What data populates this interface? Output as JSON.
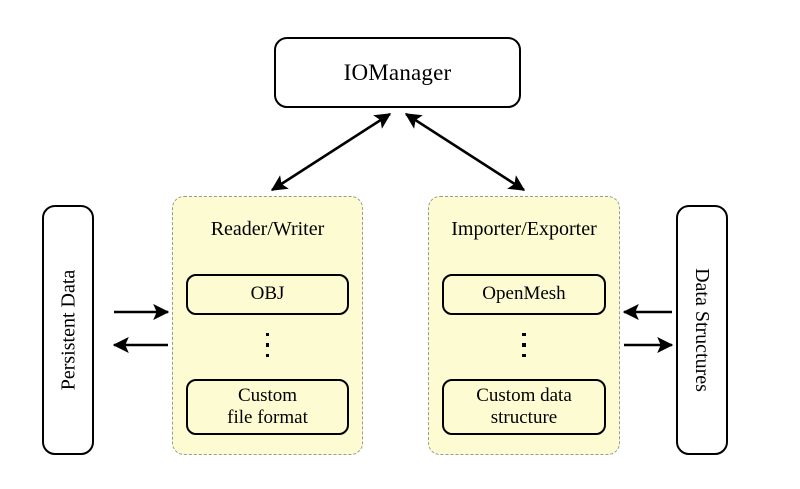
{
  "diagram": {
    "title_node": {
      "label": "IOManager"
    },
    "panels": [
      {
        "title": "Reader/Writer",
        "top_box": "OBJ",
        "ellipsis": "vertical-ellipsis",
        "bottom_box_line1": "Custom",
        "bottom_box_line2": "file format"
      },
      {
        "title": "Importer/Exporter",
        "top_box": "OpenMesh",
        "ellipsis": "vertical-ellipsis",
        "bottom_box_line1": "Custom data",
        "bottom_box_line2": "structure"
      }
    ],
    "side_boxes": {
      "left": "Persistent Data",
      "right": "Data Structures"
    },
    "connections": [
      {
        "name": "iomanager-to-reader-writer",
        "from": "IOManager",
        "to": "Reader/Writer",
        "style": "double-headed-arrow"
      },
      {
        "name": "iomanager-to-importer-exporter",
        "from": "IOManager",
        "to": "Importer/Exporter",
        "style": "double-headed-arrow"
      },
      {
        "name": "persistent-data-to-reader-writer",
        "from": "Persistent Data",
        "to": "Reader/Writer",
        "style": "arrow-right"
      },
      {
        "name": "reader-writer-to-persistent-data",
        "from": "Reader/Writer",
        "to": "Persistent Data",
        "style": "arrow-left"
      },
      {
        "name": "data-structures-to-importer-exporter",
        "from": "Data Structures",
        "to": "Importer/Exporter",
        "style": "arrow-left"
      },
      {
        "name": "importer-exporter-to-data-structures",
        "from": "Importer/Exporter",
        "to": "Data Structures",
        "style": "arrow-right"
      }
    ],
    "colors": {
      "panel_fill": "#fcfbd2",
      "panel_border": "#9a9a93",
      "node_border": "#000000",
      "background": "#ffffff"
    }
  }
}
